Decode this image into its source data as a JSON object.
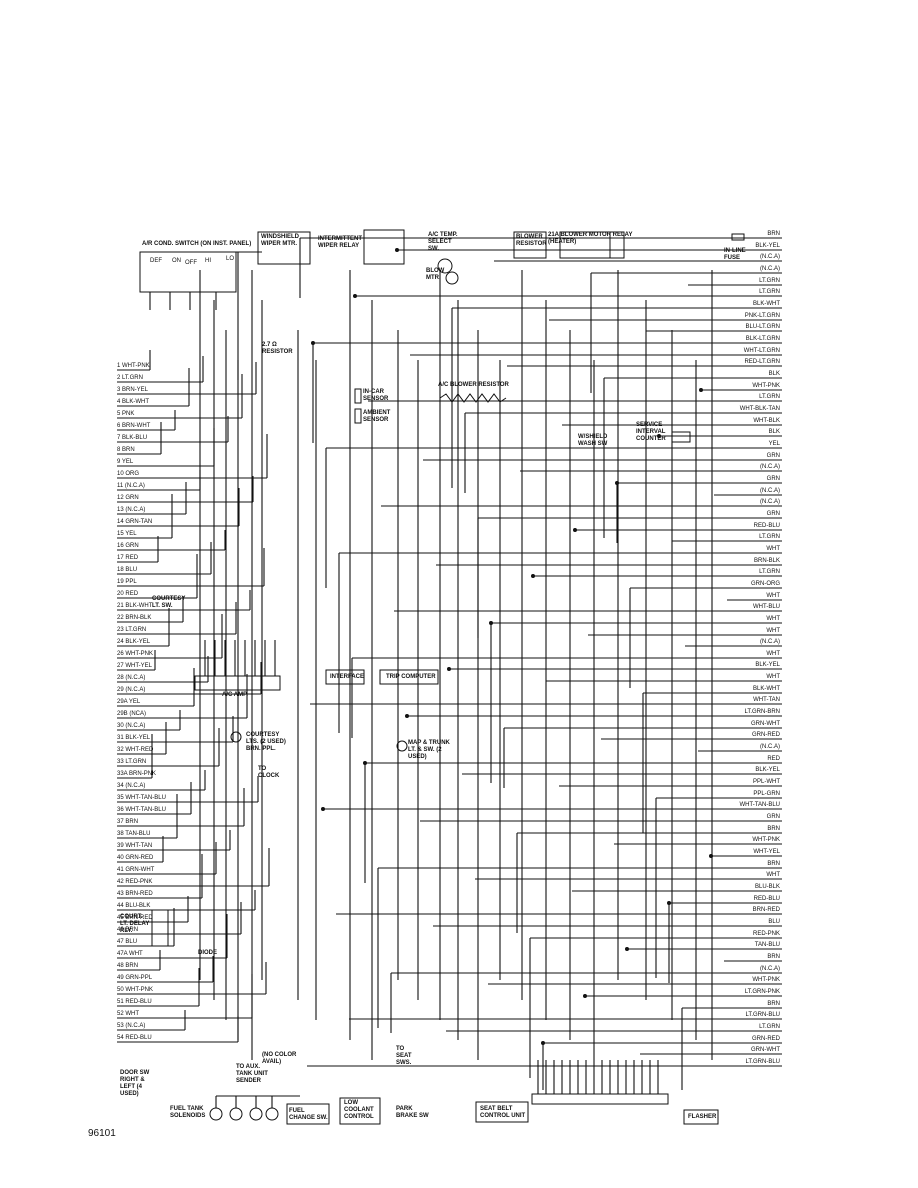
{
  "figure_number": "96101",
  "left_circuits": [
    {
      "n": "1",
      "c": "WHT-PNK"
    },
    {
      "n": "2",
      "c": "LT.GRN"
    },
    {
      "n": "3",
      "c": "BRN-YEL"
    },
    {
      "n": "4",
      "c": "BLK-WHT"
    },
    {
      "n": "5",
      "c": "PNK"
    },
    {
      "n": "6",
      "c": "BRN-WHT"
    },
    {
      "n": "7",
      "c": "BLK-BLU"
    },
    {
      "n": "8",
      "c": "BRN"
    },
    {
      "n": "9",
      "c": "YEL"
    },
    {
      "n": "10",
      "c": "ORG"
    },
    {
      "n": "11",
      "c": "(N.C.A)"
    },
    {
      "n": "12",
      "c": "GRN"
    },
    {
      "n": "13",
      "c": "(N.C.A)"
    },
    {
      "n": "14",
      "c": "GRN-TAN"
    },
    {
      "n": "15",
      "c": "YEL"
    },
    {
      "n": "16",
      "c": "GRN"
    },
    {
      "n": "17",
      "c": "RED"
    },
    {
      "n": "18",
      "c": "BLU"
    },
    {
      "n": "19",
      "c": "PPL"
    },
    {
      "n": "20",
      "c": "RED"
    },
    {
      "n": "21",
      "c": "BLK-WHT"
    },
    {
      "n": "22",
      "c": "BRN-BLK"
    },
    {
      "n": "23",
      "c": "LT.GRN"
    },
    {
      "n": "24",
      "c": "BLK-YEL"
    },
    {
      "n": "26",
      "c": "WHT-PNK"
    },
    {
      "n": "27",
      "c": "WHT-YEL"
    },
    {
      "n": "28",
      "c": "(N.C.A)"
    },
    {
      "n": "29",
      "c": "(N.C.A)"
    },
    {
      "n": "29A",
      "c": "YEL"
    },
    {
      "n": "29B",
      "c": "(NCA)"
    },
    {
      "n": "30",
      "c": "(N.C.A)"
    },
    {
      "n": "31",
      "c": "BLK-YEL"
    },
    {
      "n": "32",
      "c": "WHT-RED"
    },
    {
      "n": "33",
      "c": "LT.GRN"
    },
    {
      "n": "33A",
      "c": "BRN-PNK"
    },
    {
      "n": "34",
      "c": "(N.C.A)"
    },
    {
      "n": "35",
      "c": "WHT-TAN-BLU"
    },
    {
      "n": "36",
      "c": "WHT-TAN-BLU"
    },
    {
      "n": "37",
      "c": "BRN"
    },
    {
      "n": "38",
      "c": "TAN-BLU"
    },
    {
      "n": "39",
      "c": "WHT-TAN"
    },
    {
      "n": "40",
      "c": "GRN-RED"
    },
    {
      "n": "41",
      "c": "GRN-WHT"
    },
    {
      "n": "42",
      "c": "RED-PNK"
    },
    {
      "n": "43",
      "c": "BRN-RED"
    },
    {
      "n": "44",
      "c": "BLU-BLK"
    },
    {
      "n": "45",
      "c": "BRN-RED"
    },
    {
      "n": "46",
      "c": "BRN"
    },
    {
      "n": "47",
      "c": "BLU"
    },
    {
      "n": "47A",
      "c": "WHT"
    },
    {
      "n": "48",
      "c": "BRN"
    },
    {
      "n": "49",
      "c": "GRN-PPL"
    },
    {
      "n": "50",
      "c": "WHT-PNK"
    },
    {
      "n": "51",
      "c": "RED-BLU"
    },
    {
      "n": "52",
      "c": "WHT"
    },
    {
      "n": "53",
      "c": "(N.C.A)"
    },
    {
      "n": "54",
      "c": "RED-BLU"
    }
  ],
  "right_wires": [
    "BRN",
    "BLK-YEL",
    "(N.C.A)",
    "(N.C.A)",
    "LT.GRN",
    "LT.GRN",
    "BLK-WHT",
    "PNK-LT.GRN",
    "BLU-LT.GRN",
    "BLK-LT.GRN",
    "WHT-LT.GRN",
    "RED-LT.GRN",
    "BLK",
    "WHT-PNK",
    "LT.GRN",
    "WHT-BLK-TAN",
    "WHT-BLK",
    "BLK",
    "YEL",
    "GRN",
    "(N.C.A)",
    "GRN",
    "(N.C.A)",
    "(N.C.A)",
    "GRN",
    "RED-BLU",
    "LT.GRN",
    "WHT",
    "BRN-BLK",
    "LT.GRN",
    "GRN-ORG",
    "WHT",
    "WHT-BLU",
    "WHT",
    "WHT",
    "(N.C.A)",
    "WHT",
    "BLK-YEL",
    "WHT",
    "BLK-WHT",
    "WHT-TAN",
    "LT.GRN-BRN",
    "GRN-WHT",
    "GRN-RED",
    "(N.C.A)",
    "RED",
    "BLK-YEL",
    "PPL-WHT",
    "PPL-GRN",
    "WHT-TAN-BLU",
    "GRN",
    "BRN",
    "WHT-PNK",
    "WHT-YEL",
    "BRN",
    "WHT",
    "BLU-BLK",
    "RED-BLU",
    "BRN-RED",
    "BLU",
    "RED-PNK",
    "TAN-BLU",
    "BRN",
    "(N.C.A)",
    "WHT-PNK",
    "LT.GRN-PNK",
    "BRN",
    "LT.GRN-BLU",
    "LT.GRN",
    "GRN-RED",
    "GRN-WHT",
    "LT.GRN-BLU"
  ],
  "components": {
    "ac_switch": "A/R COND. SWITCH (ON INST. PANEL)",
    "ac_switch_pos": [
      "DEF",
      "ON",
      "OFF",
      "HI",
      "LO"
    ],
    "wiper_motor": "WINDSHIELD WIPER MTR.",
    "wiper_relay": "INTERMITTENT WIPER RELAY",
    "temp_select": "A/C TEMP. SELECT SW.",
    "blow_mtr": "BLOW MTR.",
    "blower_resistor": "BLOWER RESISTOR",
    "blower_relay": "21A BLOWER MOTOR RELAY (HEATER)",
    "inline_fuse": "IN-LINE FUSE",
    "resistor_27": "2.7 Ω RESISTOR",
    "in_car_sensor": "IN-CAR SENSOR",
    "ambient_sensor": "AMBIENT SENSOR",
    "ac_blower_resistor": "A/C BLOWER RESISTOR",
    "washer_sw": "W/SHIELD WASH SW",
    "service_counter": "SERVICE INTERVAL COUNTER",
    "courtesy_sw": "COURTESY LT. SW.",
    "ac_amp": "A/C AMP.",
    "interface": "INTERFACE",
    "trip_computer": "TRIP COMPUTER",
    "courtesy_lts": "COURTESY LTS. (2 USED) BRN. PPL.",
    "to_clock": "TO CLOCK",
    "map_trunk": "MAP & TRUNK LT. & SW. (2 USED)",
    "court_delay": "COURT. LT. DELAY RLY.",
    "diode": "DIODE",
    "door_sw": "DOOR SW RIGHT & LEFT (4 USED)",
    "no_color": "(NO COLOR AVAIL)",
    "to_aux": "TO AUX. TANK UNIT SENDER",
    "fuel_tank_sol": "FUEL TANK SOLENOIDS",
    "fuel_change_sw": "FUEL CHANGE SW.",
    "low_coolant": "LOW COOLANT CONTROL",
    "to_seat": "TO SEAT SWS.",
    "park_brake": "PARK BRAKE SW",
    "seat_belt": "SEAT BELT CONTROL UNIT",
    "flasher": "FLASHER"
  }
}
